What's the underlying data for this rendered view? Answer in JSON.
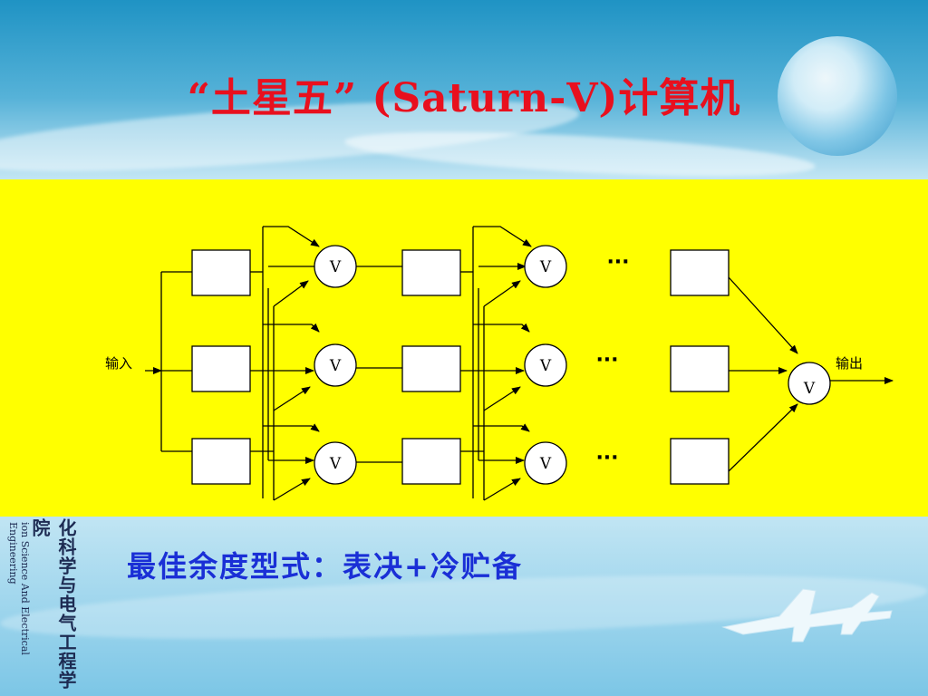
{
  "slide": {
    "title": "“土星五” (Saturn-Ⅴ)计算机",
    "caption": "最佳余度型式：表决+冷贮备"
  },
  "diagram": {
    "input_label": "输入",
    "output_label": "输出",
    "voter_label": "V",
    "ellipsis": "···"
  },
  "logo": {
    "name_cn": "化科学与电气工程学院",
    "name_en": "ion Science And Electrical Engineering"
  },
  "colors": {
    "title": "#e8101e",
    "caption": "#1a2fd6",
    "panel": "#ffff00"
  }
}
